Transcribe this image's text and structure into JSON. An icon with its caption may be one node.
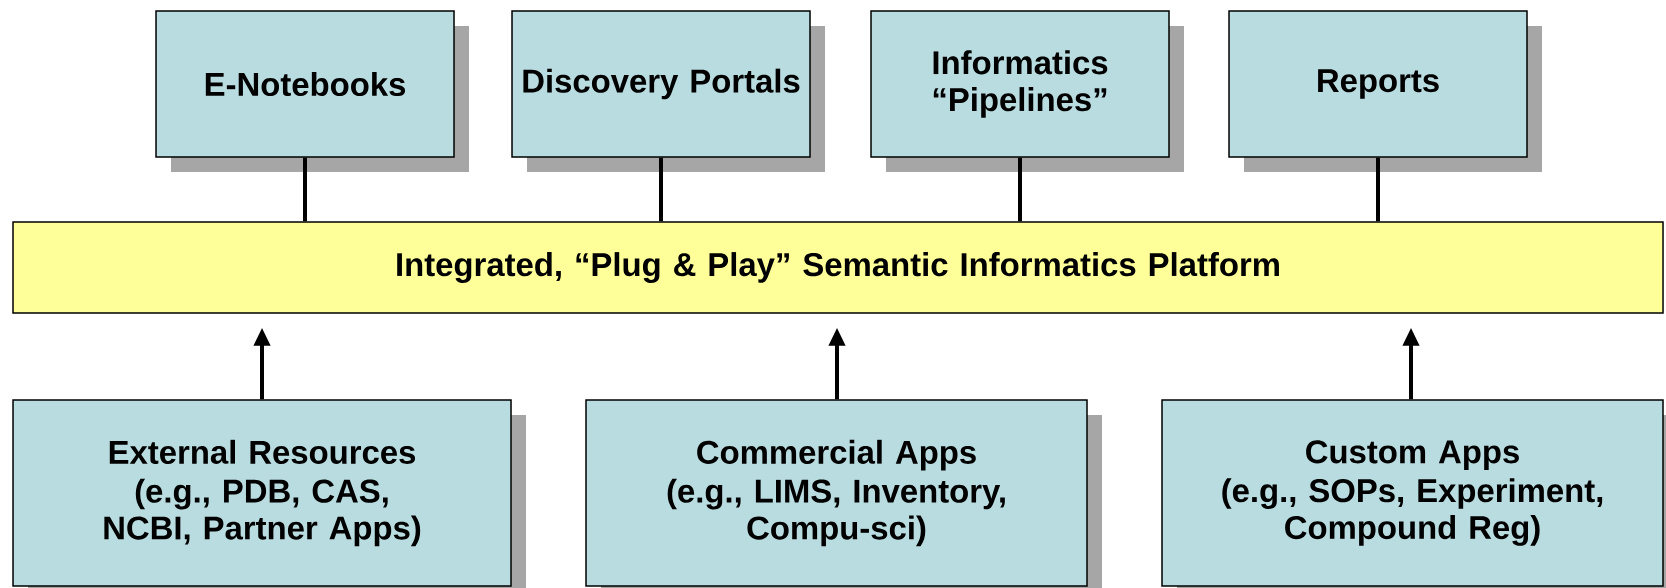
{
  "diagram": {
    "nodes": [
      {
        "text": [
          "E-Notebooks"
        ]
      },
      {
        "text": [
          "Discovery Portals"
        ]
      },
      {
        "text": [
          "Informatics “Pipelines”"
        ]
      },
      {
        "text": [
          "Reports"
        ]
      },
      {
        "text": [
          "Integrated, “Plug & Play” Semantic Informatics Platform"
        ]
      },
      {
        "text": [
          "External Resources",
          "(e.g., PDB, CAS, NCBI, Partner Apps)"
        ]
      },
      {
        "text": [
          "Commercial Apps",
          "(e.g., LIMS, Inventory, Compu-sci)"
        ]
      },
      {
        "text": [
          "Custom Apps",
          "(e.g., SOPs, Experiment, Compound Reg)"
        ]
      }
    ],
    "edges": [
      {
        "from": 0,
        "to": 4,
        "arrow": "none"
      },
      {
        "from": 1,
        "to": 4,
        "arrow": "none"
      },
      {
        "from": 2,
        "to": 4,
        "arrow": "none"
      },
      {
        "from": 3,
        "to": 4,
        "arrow": "none"
      },
      {
        "from": 5,
        "to": 4,
        "arrow": "to"
      },
      {
        "from": 6,
        "to": 4,
        "arrow": "to"
      },
      {
        "from": 7,
        "to": 4,
        "arrow": "to"
      }
    ]
  }
}
